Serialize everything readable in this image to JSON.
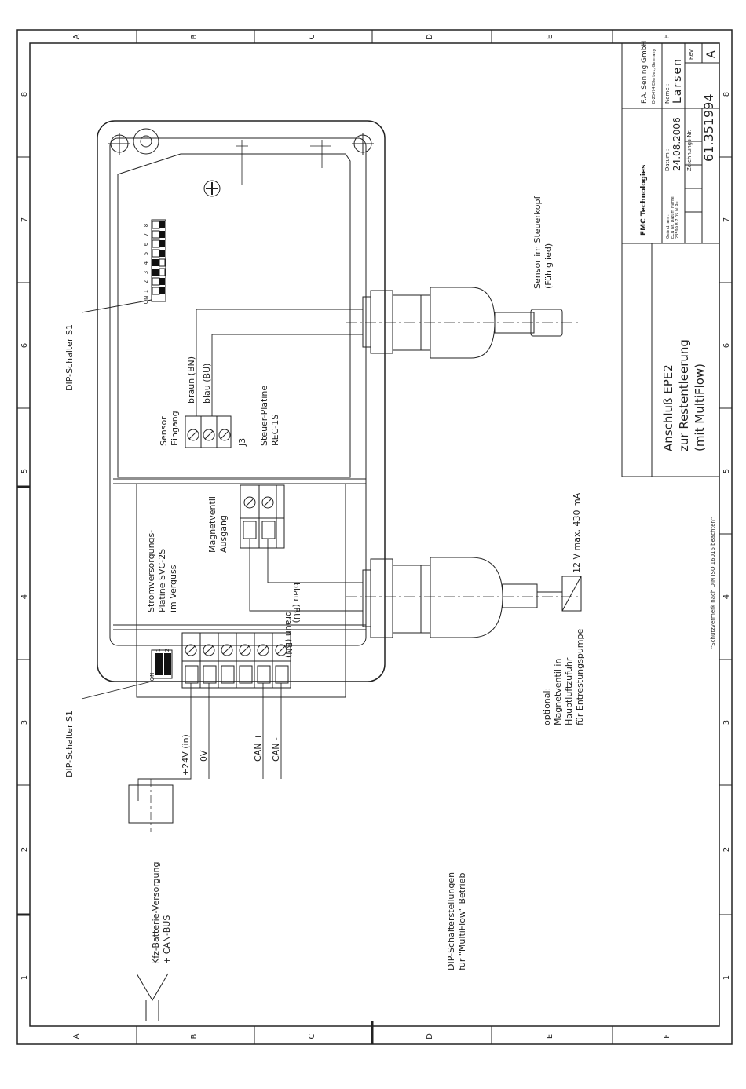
{
  "grid": {
    "letters": [
      "A",
      "B",
      "C",
      "D",
      "E",
      "F"
    ],
    "numbers": [
      "1",
      "2",
      "3",
      "4",
      "5",
      "6",
      "7",
      "8"
    ]
  },
  "labels": {
    "dip_top": "DIP-Schalter S1",
    "dip_bottom": "DIP-Schalter S1",
    "braun_bn_top": "braun (BN)",
    "blau_bu_top": "blau (BU)",
    "sensor_eingang_1": "Sensor",
    "sensor_eingang_2": "Eingang",
    "j3": "J3",
    "steuer_platine_1": "Steuer-Platine",
    "steuer_platine_2": "REC-1S",
    "sensor_steuerkopf_1": "Sensor im Steuerkopf",
    "sensor_steuerkopf_2": "(Fühlglied)",
    "magnetventil_ausgang_1": "Magnetventil",
    "magnetventil_ausgang_2": "Ausgang",
    "strom_1": "Stromversorgungs-",
    "strom_2": "Platine SVC-2S",
    "strom_3": "im Verguss",
    "blau_bu_bottom": "blau (BU)",
    "braun_bn_bottom": "braun (BN)",
    "voltage_12v": "12 V max. 430 mA",
    "optional_1": "optional:",
    "optional_2": "Magnetventil in",
    "optional_3": "Hauptluftzufuhr",
    "optional_4": "für Entrestungspumpe",
    "wire_24v": "+24V (in)",
    "wire_0v": "0V",
    "wire_can_plus": "CAN +",
    "wire_can_minus": "CAN -",
    "kfz_1": "Kfz-Batterie-Versorgung",
    "kfz_2": "+ CAN-BUS",
    "dip_settings_1": "DIP-Schalterstellungen",
    "dip_settings_2": "für \"MultiFlow\" Betrieb",
    "dip_on": "ON",
    "dip_nums_8": [
      "1",
      "2",
      "3",
      "4",
      "5",
      "6",
      "7",
      "8"
    ],
    "dip_nums_2": [
      "1",
      "2"
    ]
  },
  "title_block": {
    "title_1": "Anschluß EPE2",
    "title_2": "zur Restentleerung",
    "title_3": "(mit MultiFlow)",
    "company": "F.A. Sening GmbH",
    "company_addr": "D-25474 Ellerbek, Germany",
    "logo": "FMC Technologies",
    "datum_label": "Datum :",
    "datum_value": "24.08.2006",
    "name_label": "Name :",
    "name_value": "Larsen",
    "zeichnungs_label": "Zeichnungs-Nr.",
    "zeichnungs_value": "61.351994",
    "rev_label": "Rev.",
    "rev_value": "A",
    "change_header_1": "Geänd. am :",
    "change_header_2": "ECN Nr.  Datum  Name",
    "change_row": "23599  8.7.05  hl  Ru",
    "protection_note": "\"Schutzvermerk nach DIN ISO 16016 beachten\""
  }
}
